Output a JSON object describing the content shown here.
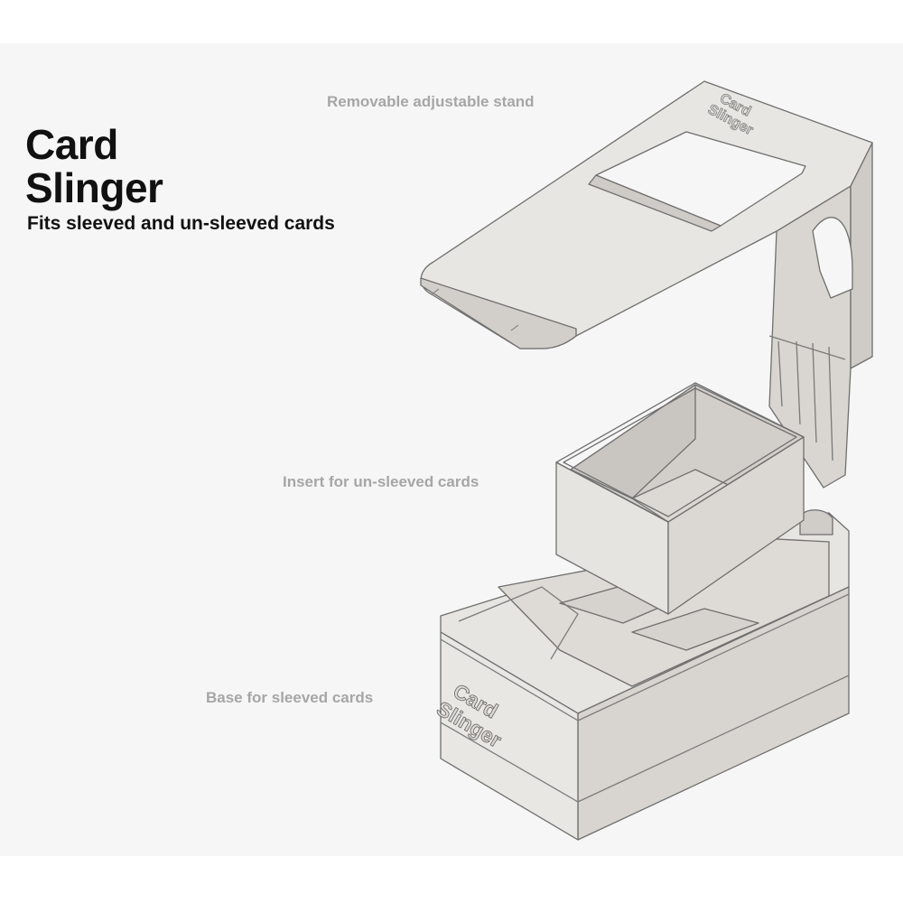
{
  "title_line1": "Card",
  "title_line2": "Slinger",
  "subtitle": "Fits sleeved and un-sleeved cards",
  "labels": {
    "stand": "Removable adjustable stand",
    "insert": "Insert for un-sleeved cards",
    "base": "Base for sleeved cards"
  },
  "embossed_text": {
    "line1": "Card",
    "line2": "Slinger"
  },
  "colors": {
    "background": "#f6f6f6",
    "model_fill": "#e4e2de",
    "model_shadow": "#cfccc7",
    "edge": "#6f6f6f",
    "label": "#a6a6a6",
    "title": "#111111"
  }
}
